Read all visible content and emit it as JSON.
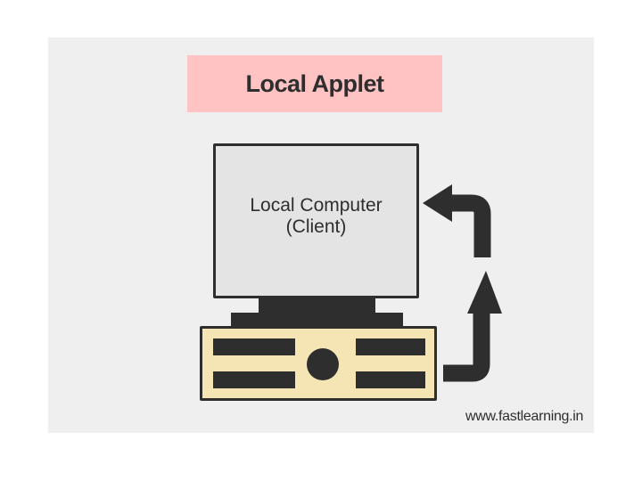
{
  "title": "Local Applet",
  "monitor": {
    "label_line1": "Local Computer",
    "label_line2": "(Client)"
  },
  "watermark": "www.fastlearning.in",
  "colors": {
    "panel_background": "#efefef",
    "title_background": "#ffc3c3",
    "monitor_screen": "#e4e4e4",
    "cpu_case": "#f5e5b5",
    "dark": "#2e2e2e"
  },
  "icons": {
    "up_arrow": "up-arrow-icon",
    "return_arrow": "return-arrow-icon"
  }
}
